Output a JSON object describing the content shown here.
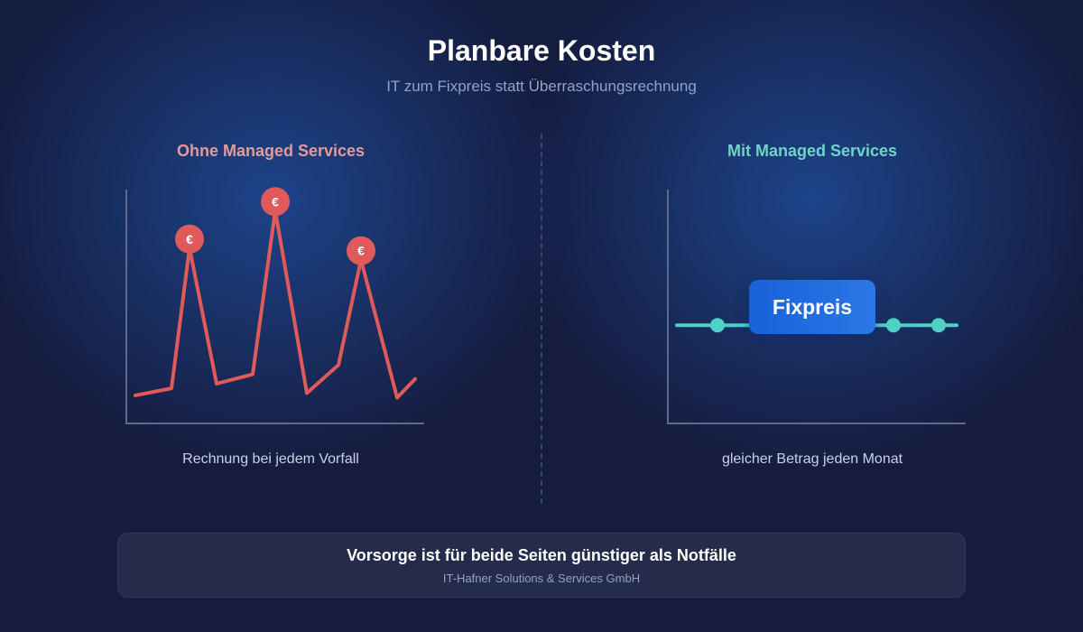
{
  "header": {
    "title": "Planbare Kosten",
    "subtitle": "IT zum Fixpreis statt Überraschungsrechnung"
  },
  "left_panel": {
    "heading": "Ohne Managed Services",
    "caption": "Rechnung bei jedem Vorfall",
    "marker_symbol": "€",
    "line_color": "#e05a5a",
    "heading_color": "#e59a9a",
    "cost_levels": [
      0.12,
      0.15,
      0.75,
      0.17,
      0.21,
      0.91,
      0.13,
      0.25,
      0.7,
      0.11,
      0.19
    ],
    "spike_indices": [
      2,
      5,
      8
    ]
  },
  "right_panel": {
    "heading": "Mit Managed Services",
    "caption": "gleicher Betrag jeden Monat",
    "badge_label": "Fixpreis",
    "line_color": "#4fd1c5",
    "heading_color": "#6fd3c7",
    "cost_level": 0.42
  },
  "footer": {
    "message": "Vorsorge ist für beide Seiten günstiger als Notfälle",
    "company": "IT-Hafner Solutions & Services GmbH"
  }
}
